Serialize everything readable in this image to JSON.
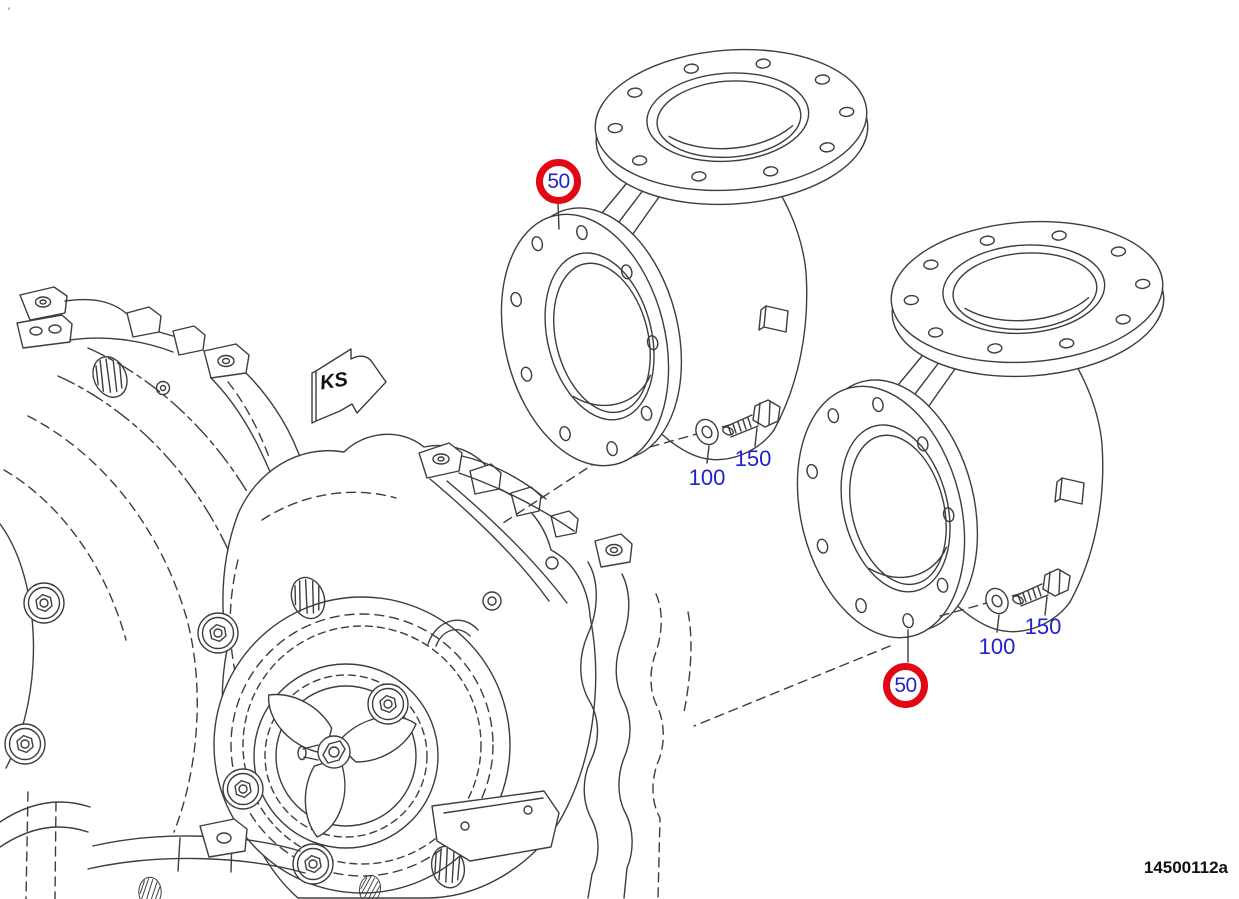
{
  "drawing": {
    "corner_mark": "'",
    "direction_label": "KS",
    "doc_number": "14500112a",
    "callouts": {
      "ref_50": "50",
      "ref_100": "100",
      "ref_150": "150"
    },
    "colors": {
      "line": "#3d3d3d",
      "callout_ring": "#e30613",
      "callout_text": "#2222cf",
      "doc_text": "#111111",
      "background": "#ffffff"
    }
  }
}
